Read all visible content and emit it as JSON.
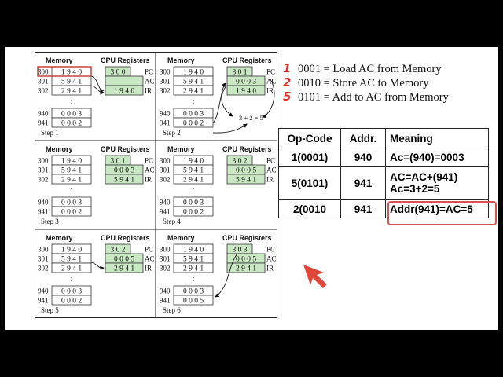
{
  "legend": [
    {
      "num": "1",
      "text": "0001 = Load AC from Memory"
    },
    {
      "num": "2",
      "text": "0010 = Store AC to Memory"
    },
    {
      "num": "5",
      "text": "0101 = Add to AC from Memory"
    }
  ],
  "table": {
    "headers": [
      "Op-Code",
      "Addr.",
      "Meaning"
    ],
    "rows": [
      {
        "opcode": "1(0001)",
        "addr": "940",
        "meaning": [
          "Ac=(940)=0003"
        ]
      },
      {
        "opcode": "5(0101)",
        "addr": "941",
        "meaning": [
          "AC=AC+(941)",
          "Ac=3+2=5"
        ]
      },
      {
        "opcode": "2(0010",
        "addr": "941",
        "meaning": [
          "Addr(941)=AC=5"
        ]
      }
    ]
  },
  "diagram": {
    "memory_title": "Memory",
    "cpu_title": "CPU Registers",
    "reg_labels": [
      "PC",
      "AC",
      "IR"
    ],
    "dots": ":",
    "addition_note": "3 + 2 = 5",
    "steps": [
      {
        "label": "Step 1",
        "mem": [
          "1 9 4 0",
          "5 9 4 1",
          "2 9 4 1"
        ],
        "data": [
          "0 0 0 3",
          "0 0 0 2"
        ],
        "pc": "3 0 0",
        "ac": "",
        "ir": "1 9 4 0"
      },
      {
        "label": "Step 2",
        "mem": [
          "1 9 4 0",
          "5 9 4 1",
          "2 9 4 1"
        ],
        "data": [
          "0 0 0 3",
          "0 0 0 2"
        ],
        "pc": "3 0 1",
        "ac": "0 0 0 3",
        "ir": "1 9 4 0"
      },
      {
        "label": "Step 3",
        "mem": [
          "1 9 4 0",
          "5 9 4 1",
          "2 9 4 1"
        ],
        "data": [
          "0 0 0 3",
          "0 0 0 2"
        ],
        "pc": "3 0 1",
        "ac": "0 0 0 3",
        "ir": "5 9 4 1"
      },
      {
        "label": "Step 4",
        "mem": [
          "1 9 4 0",
          "5 9 4 1",
          "2 9 4 1"
        ],
        "data": [
          "0 0 0 3",
          "0 0 0 2"
        ],
        "pc": "3 0 2",
        "ac": "0 0 0 5",
        "ir": "5 9 4 1"
      },
      {
        "label": "Step 5",
        "mem": [
          "1 9 4 0",
          "5 9 4 1",
          "2 9 4 1"
        ],
        "data": [
          "0 0 0 3",
          "0 0 0 2"
        ],
        "pc": "3 0 2",
        "ac": "0 0 0 5",
        "ir": "2 9 4 1"
      },
      {
        "label": "Step 6",
        "mem": [
          "1 9 4 0",
          "5 9 4 1",
          "2 9 4 1"
        ],
        "data": [
          "0 0 0 3",
          "0 0 0 5"
        ],
        "pc": "3 0 3",
        "ac": "0 0 0 5",
        "ir": "2 9 4 1"
      }
    ],
    "addresses": [
      "300",
      "301",
      "302",
      "940",
      "941"
    ]
  },
  "colors": {
    "register_fill": "#c9e7c3",
    "highlight": "#d9534f",
    "annotation": "#e0322a",
    "cursor": "#e0473b"
  }
}
